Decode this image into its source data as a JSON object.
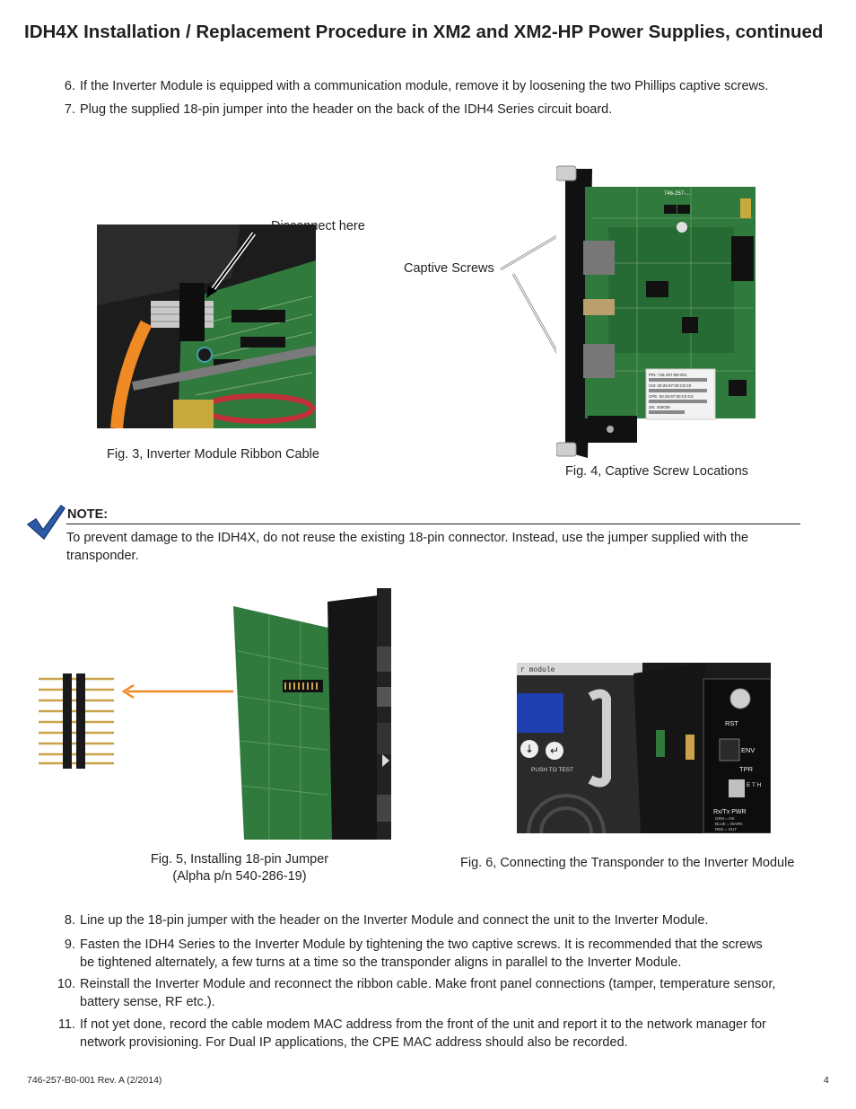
{
  "heading": "IDH4X Installation / Replacement Procedure in XM2 and XM2-HP Power Supplies, continued",
  "steps_top": [
    {
      "num": "6.",
      "text": "If the Inverter Module is equipped with a communication module, remove it by loosening the two Phillips captive screws."
    },
    {
      "num": "7.",
      "text": "Plug the supplied 18-pin jumper into the header on the back of the IDH4 Series circuit board."
    }
  ],
  "figures": {
    "fig3": {
      "callout": "Disconnect here",
      "caption": "Fig. 3, Inverter Module Ribbon Cable"
    },
    "fig4": {
      "callout": "Captive Screws",
      "caption": "Fig. 4, Captive Screw Locations",
      "board_labels": {
        "pn": "746-257-...",
        "label1": "P/N: 746-257-B0-001",
        "label2": "CM: 00:26:97:00:C0:C0",
        "label3": "CPE: 00:26:97:00:C0:C0",
        "label4": "SN: 400039"
      }
    },
    "fig5": {
      "caption_line1": "Fig. 5, Installing 18-pin Jumper",
      "caption_line2": "(Alpha p/n 540-286-19)"
    },
    "fig6": {
      "caption": "Fig. 6, Connecting the Transponder to the Inverter Module",
      "panel": {
        "module": "r module",
        "push_to_test": "PUSH TO TEST",
        "rst": "RST",
        "env": "ENV",
        "tpr": "TPR",
        "eth": "E T H",
        "rxtx": "Rx/Tx PWR",
        "legend1": "GRN = OK",
        "legend2": "BLUE = WARN",
        "legend3": "RED = OUT"
      }
    }
  },
  "note": {
    "label": "NOTE:",
    "text": "To prevent damage to the IDH4X, do not reuse the existing 18-pin connector. Instead, use the jumper supplied with the transponder."
  },
  "steps_bottom": [
    {
      "num": "8.",
      "lines": [
        "Line up the 18-pin jumper with the header on the Inverter Module and connect the unit to the Inverter Module."
      ]
    },
    {
      "num": "9.",
      "lines": [
        "Fasten the IDH4 Series to the Inverter Module by tightening the two captive screws. It is recommended that the screws",
        "be tightened alternately, a few turns at a time so the transponder aligns in parallel to the Inverter Module."
      ]
    },
    {
      "num": "10.",
      "lines": [
        "Reinstall the Inverter Module and reconnect the ribbon cable. Make front panel connections (tamper, temperature sensor,",
        "battery sense, RF etc.)."
      ]
    },
    {
      "num": "11.",
      "lines": [
        "If not yet done, record the cable modem MAC address from the front of the unit and report it to the network manager for",
        "network provisioning. For Dual IP applications, the CPE MAC address should also be recorded."
      ]
    }
  ],
  "footer": {
    "doc_number": "746-257-B0-001 Rev. A (2/2014)",
    "page_number": "4"
  },
  "colors": {
    "text": "#231f20",
    "arrow": "#f08a24",
    "check": "#2e5ba8",
    "pcb": "#2f7a3c"
  }
}
